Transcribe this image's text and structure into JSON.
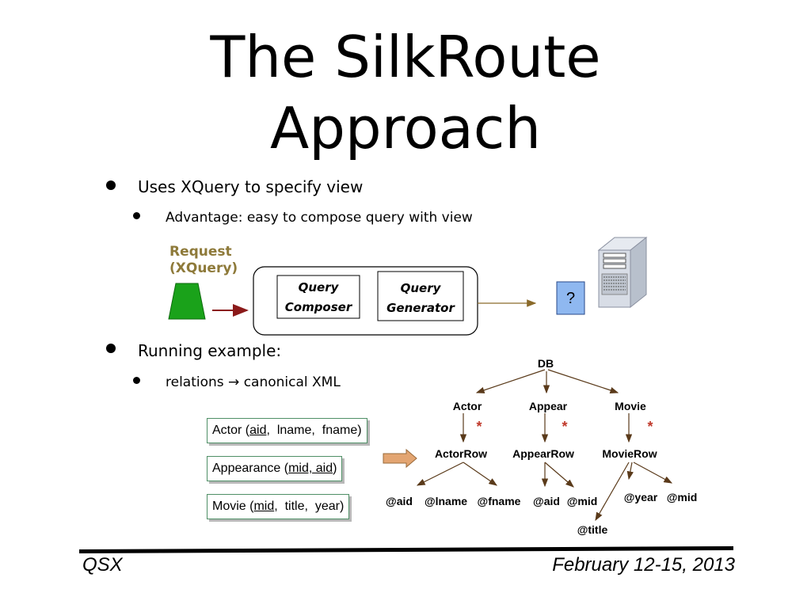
{
  "slide": {
    "title_line1": "The SilkRoute",
    "title_line2": "Approach",
    "bullets": [
      "Uses XQuery to specify view",
      "Advantage: easy to compose query with view",
      "Running example:",
      "relations → canonical XML"
    ]
  },
  "pipeline": {
    "request_line1": "Request",
    "request_line2": "(XQuery)",
    "composer_line1": "Query",
    "composer_line2": "Composer",
    "generator_line1": "Query",
    "generator_line2": "Generator",
    "unknown_box": "?",
    "request_color": "#1aa21a",
    "arrow_color": "#8b1a1a",
    "unknown_box_color": "#8fb8f0"
  },
  "relations": {
    "actor": {
      "name": "Actor",
      "a1": "aid",
      "a2": "lname",
      "a3": "fname"
    },
    "appearance": {
      "name": "Appearance",
      "keys": "mid, aid"
    },
    "movie": {
      "name": "Movie",
      "a1": "mid",
      "a2": "title",
      "a3": "year"
    }
  },
  "tree": {
    "root": "DB",
    "actor": "Actor",
    "appear": "Appear",
    "movie": "Movie",
    "star": "*",
    "actor_row": "ActorRow",
    "appear_row": "AppearRow",
    "movie_row": "MovieRow",
    "actor_aid": "@aid",
    "actor_lname": "@lname",
    "actor_fname": "@fname",
    "appear_aid": "@aid",
    "appear_mid": "@mid",
    "movie_year": "@year",
    "movie_mid": "@mid",
    "movie_title": "@title"
  },
  "footer": {
    "left": "QSX",
    "right": "February 12-15, 2013"
  }
}
